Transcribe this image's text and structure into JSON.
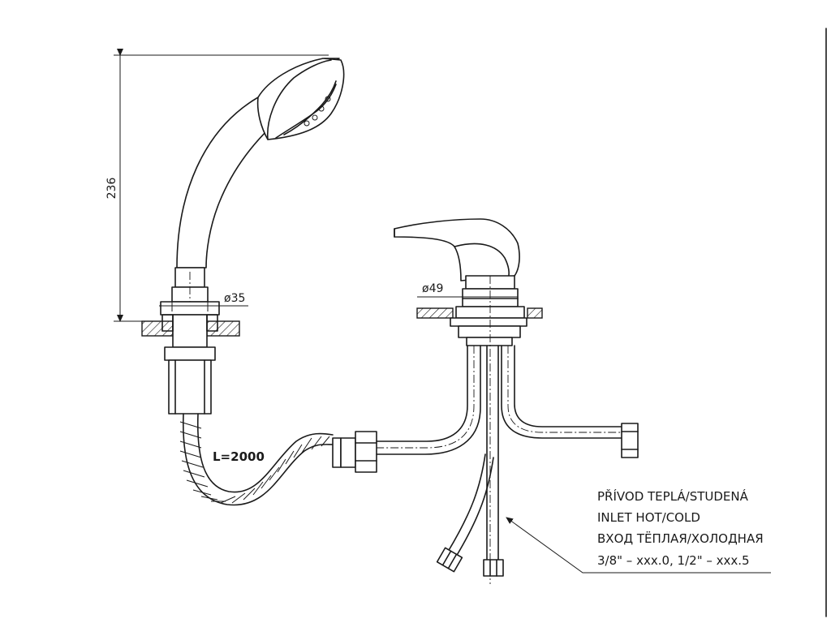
{
  "dimensions": {
    "height_label": "236",
    "hand_shower_base_dia": "ø35",
    "faucet_base_dia": "ø49",
    "hose_length": "L=2000"
  },
  "inlet_note": {
    "line1": "PŘÍVOD TEPLÁ/STUDENÁ",
    "line2": "INLET HOT/COLD",
    "line3": "ВХОД ТЁПЛАЯ/ХОЛОДНАЯ",
    "line4": "3/8\" – xxx.0, 1/2\" – xxx.5"
  },
  "colors": {
    "line": "#1a1a1a",
    "background": "#ffffff"
  }
}
